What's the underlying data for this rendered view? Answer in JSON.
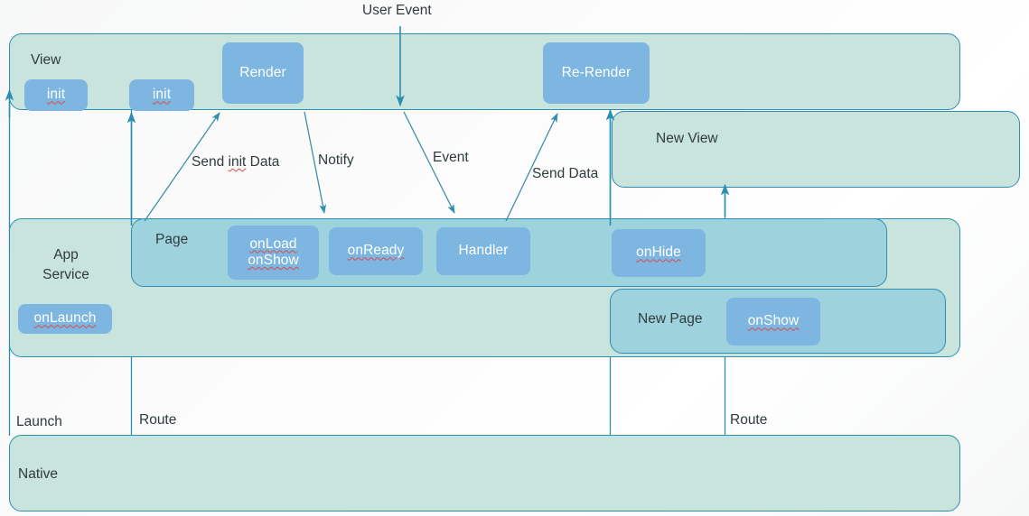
{
  "diagram": {
    "title_hidden": "",
    "colors": {
      "container_pale": "#c9e4dd",
      "container_teal": "#9ed3de",
      "chip_blue": "#7db6e0",
      "stroke": "#2b8fb3",
      "text": "#2f3b3d",
      "spellcheck_wave": "#e04a4a"
    },
    "lanes": [
      {
        "id": "view",
        "label": "View"
      },
      {
        "id": "new-view",
        "label": "New View"
      },
      {
        "id": "app-service",
        "label": "App Service",
        "line1": "App",
        "line2": "Service"
      },
      {
        "id": "page",
        "label": "Page"
      },
      {
        "id": "new-page",
        "label": "New Page"
      },
      {
        "id": "native",
        "label": "Native"
      }
    ],
    "chips": [
      {
        "id": "init-1",
        "label": "init"
      },
      {
        "id": "init-2",
        "label": "init"
      },
      {
        "id": "render",
        "label": "Render"
      },
      {
        "id": "re-render",
        "label": "Re-Render"
      },
      {
        "id": "onlaunch",
        "label": "onLaunch"
      },
      {
        "id": "onload-onshow",
        "line1": "onLoad",
        "line2": "onShow"
      },
      {
        "id": "onready",
        "label": "onReady"
      },
      {
        "id": "handler",
        "label": "Handler"
      },
      {
        "id": "onhide",
        "label": "onHide"
      },
      {
        "id": "onshow-new",
        "label": "onShow"
      }
    ],
    "arrow_labels": [
      {
        "id": "user-event",
        "text": "User Event"
      },
      {
        "id": "send-init-data",
        "prefix": "Send ",
        "middle": "init",
        "suffix": " Data",
        "text": "Send init Data"
      },
      {
        "id": "notify",
        "text": "Notify"
      },
      {
        "id": "event",
        "text": "Event"
      },
      {
        "id": "send-data",
        "text": "Send Data"
      },
      {
        "id": "launch",
        "text": "Launch"
      },
      {
        "id": "route-left",
        "text": "Route"
      },
      {
        "id": "route-right",
        "text": "Route"
      }
    ]
  }
}
